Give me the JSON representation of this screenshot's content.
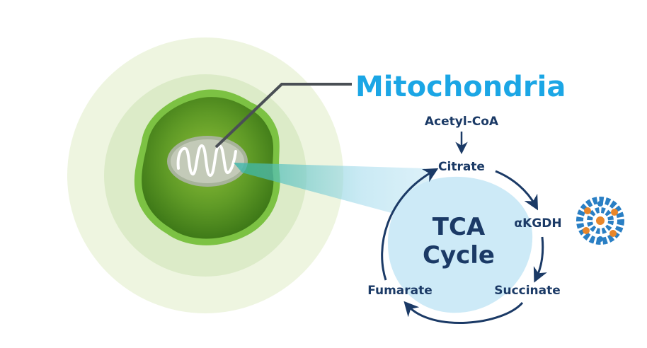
{
  "title": "Mitochondria",
  "cycle": {
    "label_line1": "TCA",
    "label_line2": "Cycle",
    "input": "Acetyl-CoA",
    "nodes": {
      "citrate": "Citrate",
      "akgdh": "αKGDH",
      "succinate": "Succinate",
      "fumarate": "Fumarate"
    }
  },
  "colors": {
    "title": "#1ba6e5",
    "text": "#1b3a66",
    "halo_outer": "#eef5e0",
    "halo_inner": "#dcebc8",
    "cell_dark": "#4d8a1f",
    "cell_edge": "#7cc243",
    "cycle_fill": "#cdeaf7",
    "enzyme_blue": "#2a7fc4",
    "enzyme_orange": "#e8862a"
  },
  "icons": {
    "enzyme": "protein-complex-icon",
    "organelle": "mitochondrion-icon"
  }
}
